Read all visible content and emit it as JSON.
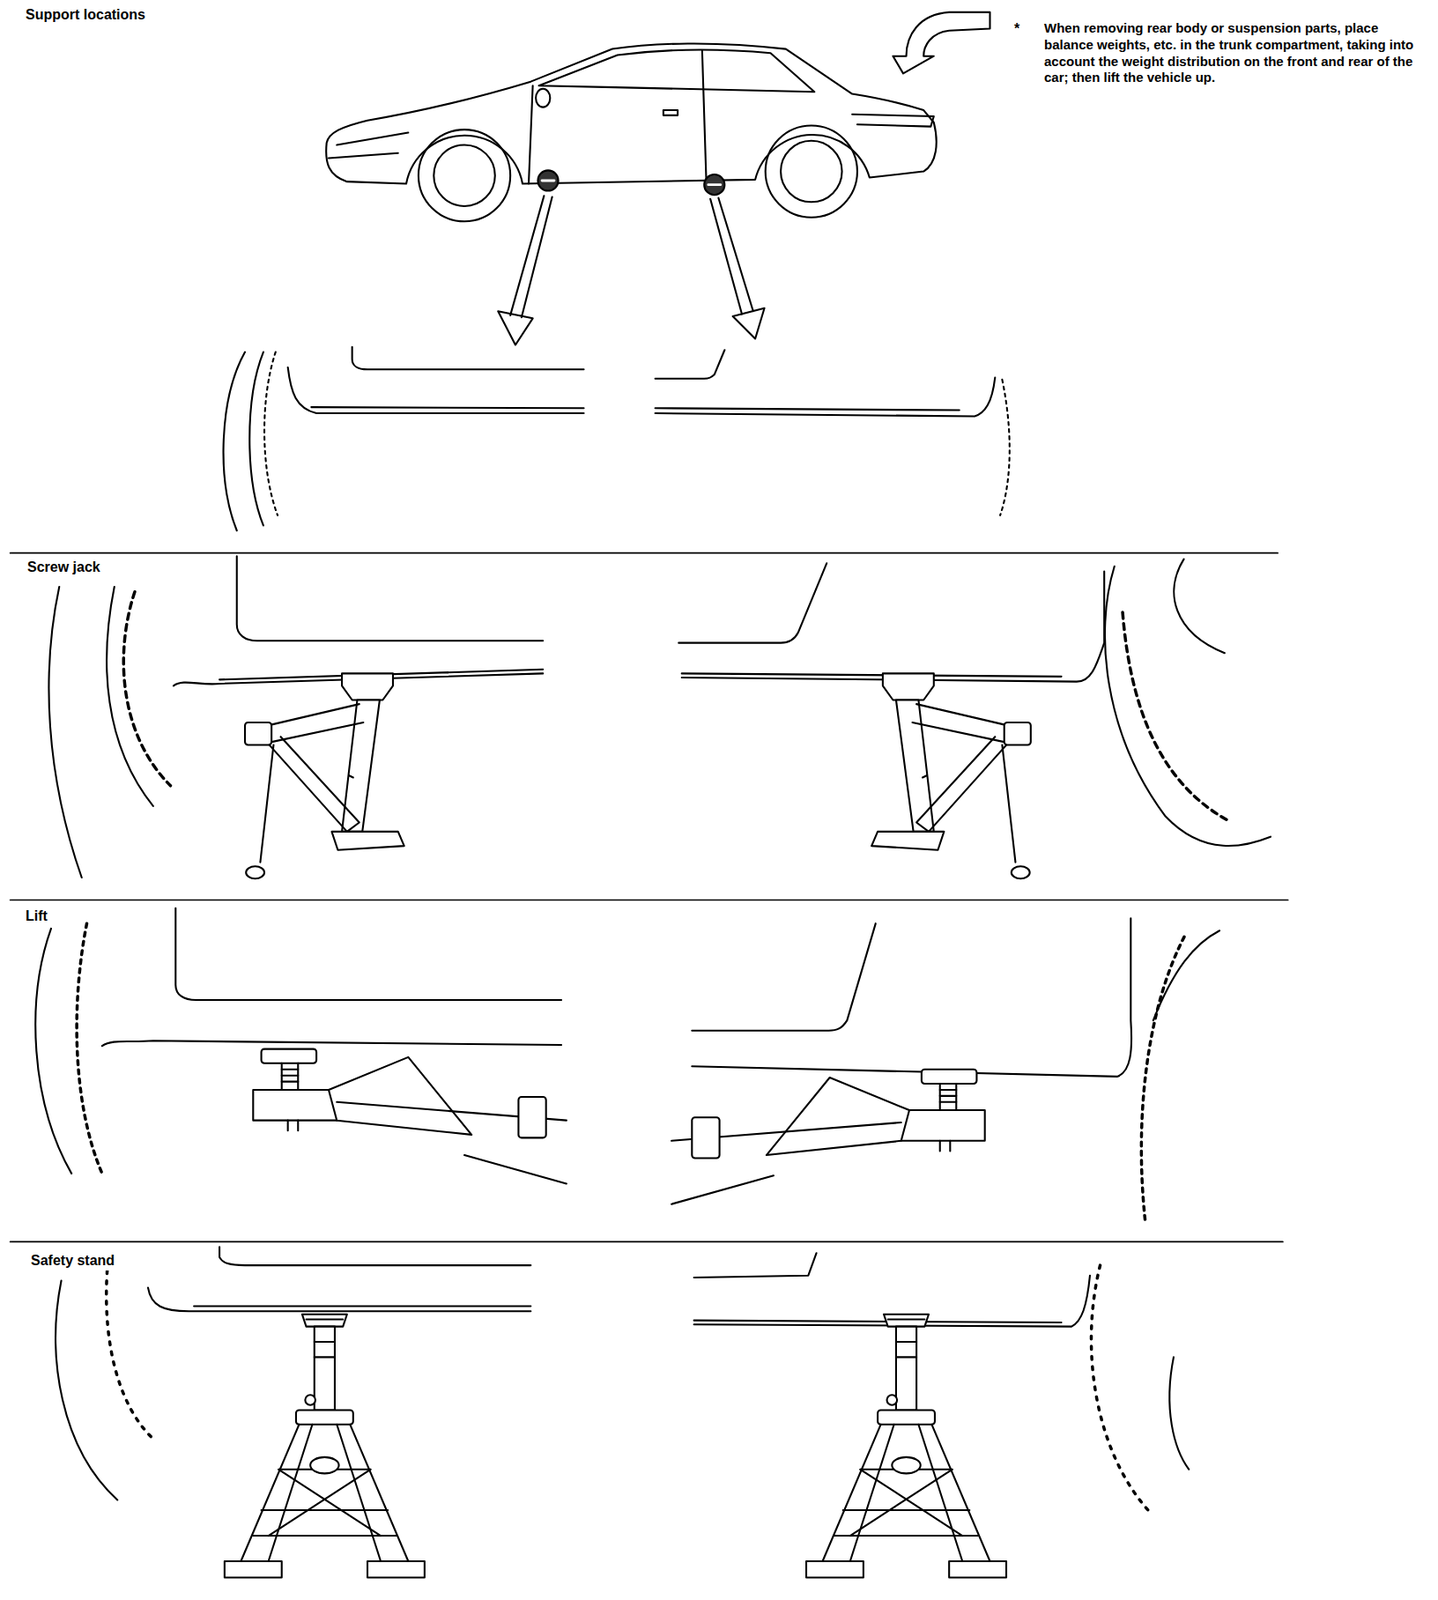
{
  "diagram": {
    "labels": [
      "Support locations",
      "*",
      "When removing rear body or suspension parts, place balance weights, etc. in the trunk compartment, taking into account the weight distribution on the front and rear of the car; then lift the vehicle up.",
      "Screw jack",
      "Lift",
      "Safety stand"
    ]
  }
}
